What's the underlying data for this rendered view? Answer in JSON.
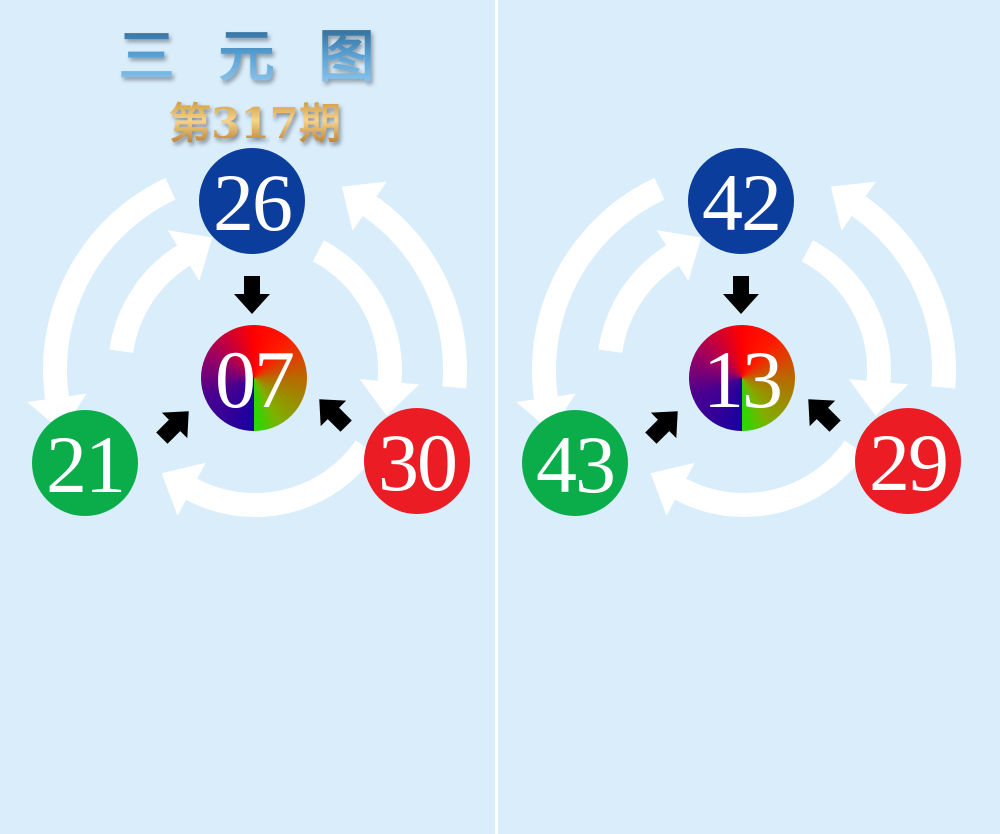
{
  "title": "三元图",
  "title_chars": [
    "三",
    "元",
    "图"
  ],
  "issue": "第317期",
  "colors": {
    "top": "#0a3d9c",
    "left": "#0bac4a",
    "right": "#ec1c24",
    "background": "#d9edfb"
  },
  "panels": [
    {
      "top": "26",
      "center": "07",
      "left": "21",
      "right": "30"
    },
    {
      "top": "42",
      "center": "13",
      "left": "43",
      "right": "29"
    }
  ]
}
